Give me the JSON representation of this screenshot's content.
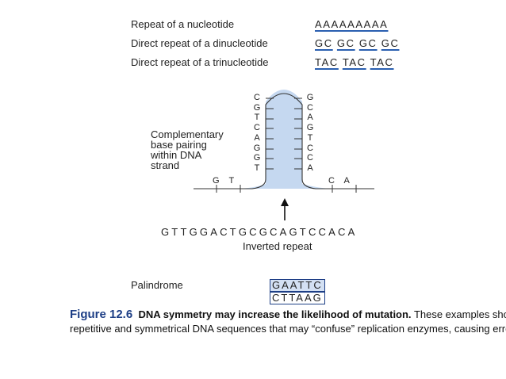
{
  "repeats": [
    {
      "label": "Repeat of a nucleotide",
      "units": [
        "AAAAAAAAA"
      ]
    },
    {
      "label": "Direct repeat of a dinucleotide",
      "units": [
        "GC",
        "GC",
        "GC",
        "GC"
      ]
    },
    {
      "label": "Direct repeat of a trinucleotide",
      "units": [
        "TAC",
        "TAC",
        "TAC"
      ]
    }
  ],
  "hairpin": {
    "left_stem": [
      "C",
      "G",
      "T",
      "C",
      "A",
      "G",
      "G",
      "T"
    ],
    "right_stem": [
      "G",
      "C",
      "A",
      "G",
      "T",
      "C",
      "C",
      "A"
    ],
    "left_flank": "G  T",
    "right_flank": "C  A",
    "label_lines": [
      "Complementary",
      "base pairing",
      "within DNA",
      "strand"
    ]
  },
  "inverted_repeat": {
    "sequence": "GTTGGACTGCGCAGTCCACA",
    "label": "Inverted repeat"
  },
  "palindrome": {
    "label": "Palindrome",
    "top": "GAATTC",
    "bottom": "CTTAAG"
  },
  "caption": {
    "figure_label": "Figure 12.6",
    "bold_text": "DNA symmetry may increase the likelihood of mutation.",
    "body_text": "These examples show repetitive and symmetrical DNA sequences that may “confuse” replication enzymes, causing errors."
  },
  "colors": {
    "underline": "#2a5fb0",
    "hairpin_fill": "#c5d8f0",
    "figure_label": "#1e3f86",
    "palindrome_top_fill": "#d3e0f3"
  }
}
